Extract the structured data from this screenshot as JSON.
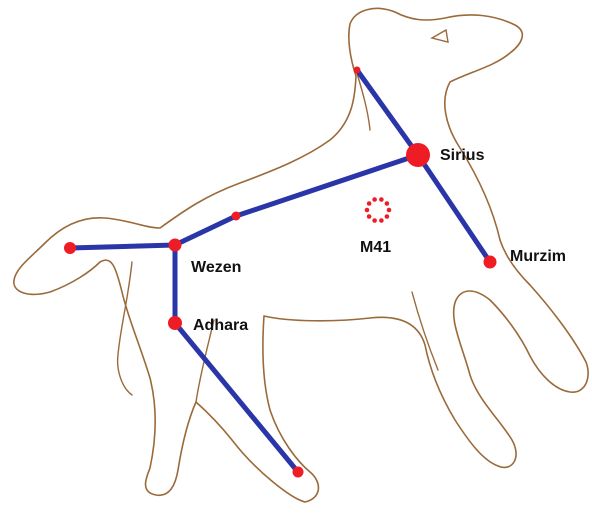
{
  "colors": {
    "outline": "#9a6a3a",
    "lines": "#2a35a8",
    "stars": "#ee1c25",
    "text": "#111111"
  },
  "labels": {
    "sirius": "Sirius",
    "murzim": "Murzim",
    "m41": "M41",
    "wezen": "Wezen",
    "adhara": "Adhara"
  }
}
